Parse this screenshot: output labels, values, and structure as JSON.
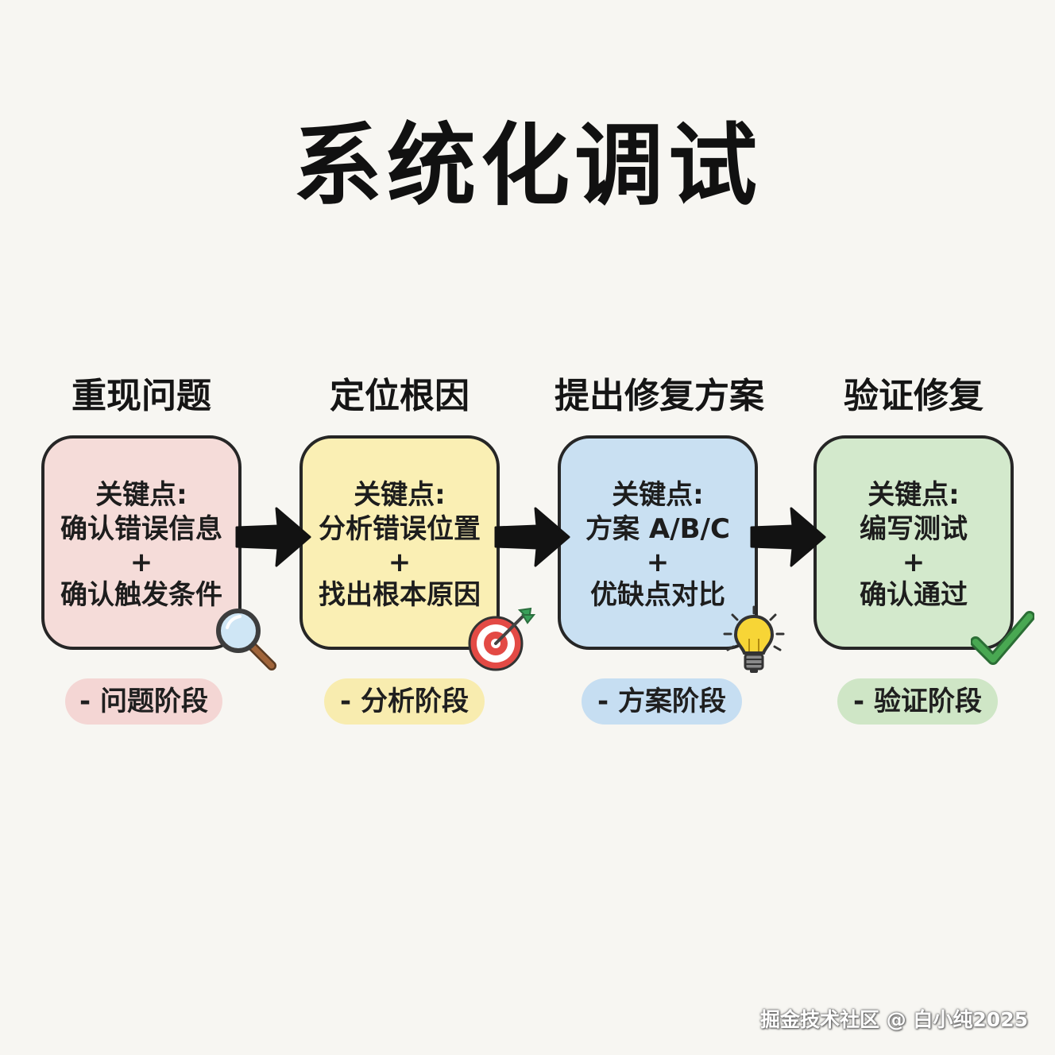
{
  "title": "系统化调试",
  "colors": {
    "stage1": "#f5dcd9",
    "stage2": "#faefb4",
    "stage3": "#c9e0f2",
    "stage4": "#d3e9cc",
    "border": "#262626",
    "arrow": "#121212"
  },
  "stages": [
    {
      "heading": "重现问题",
      "key_label": "关键点:",
      "line1": "确认错误信息",
      "plus": "+",
      "line2": "确认触发条件",
      "phase": "- 问题阶段",
      "icon": "magnifier-icon"
    },
    {
      "heading": "定位根因",
      "key_label": "关键点:",
      "line1": "分析错误位置",
      "plus": "+",
      "line2": "找出根本原因",
      "phase": "- 分析阶段",
      "icon": "target-icon"
    },
    {
      "heading": "提出修复方案",
      "key_label": "关键点:",
      "line1": "方案 A/B/C",
      "plus": "+",
      "line2": "优缺点对比",
      "phase": "- 方案阶段",
      "icon": "lightbulb-icon"
    },
    {
      "heading": "验证修复",
      "key_label": "关键点:",
      "line1": "编写测试",
      "plus": "+",
      "line2": "确认通过",
      "phase": "- 验证阶段",
      "icon": "checkmark-icon"
    }
  ],
  "watermark": "掘金技术社区 @ 白小纯2025"
}
